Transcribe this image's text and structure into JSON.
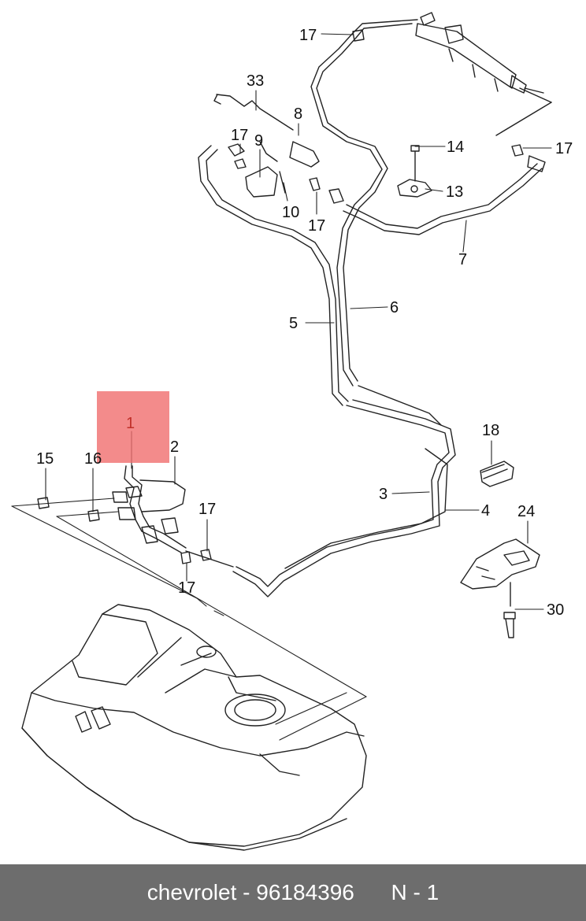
{
  "callouts": [
    {
      "id": "17"
    },
    {
      "id": "33"
    },
    {
      "id": "8"
    },
    {
      "id": "17"
    },
    {
      "id": "9"
    },
    {
      "id": "14"
    },
    {
      "id": "17"
    },
    {
      "id": "13"
    },
    {
      "id": "10"
    },
    {
      "id": "17"
    },
    {
      "id": "7"
    },
    {
      "id": "6"
    },
    {
      "id": "5"
    },
    {
      "id": "1"
    },
    {
      "id": "18"
    },
    {
      "id": "2"
    },
    {
      "id": "15"
    },
    {
      "id": "16"
    },
    {
      "id": "3"
    },
    {
      "id": "4"
    },
    {
      "id": "24"
    },
    {
      "id": "17"
    },
    {
      "id": "17"
    },
    {
      "id": "30"
    }
  ],
  "footer": {
    "brand": "chevrolet",
    "separator": " - ",
    "part_number": "96184396",
    "position": "N - 1"
  },
  "colors": {
    "highlight": "#f06e6e",
    "footer_bg": "#6d6d6d",
    "line": "#222222"
  }
}
